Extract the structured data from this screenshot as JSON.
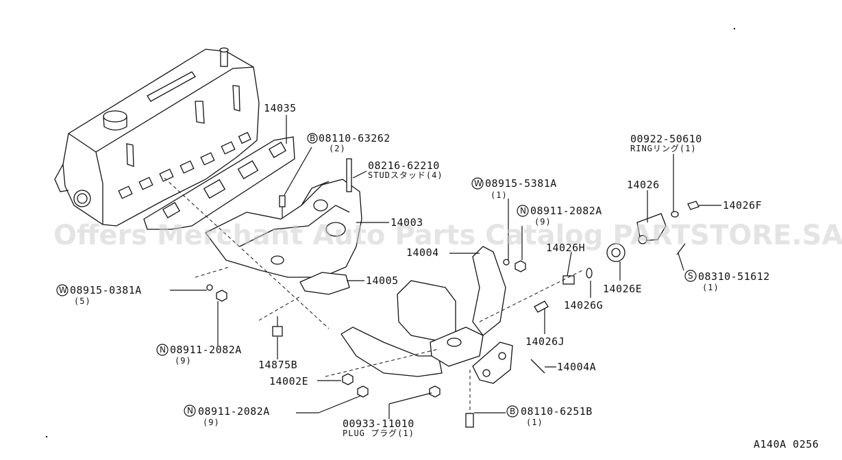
{
  "watermark": "Offers Merchant Auto Parts Catalog PARTSTORE.SA",
  "diagram_id": "A140A 0256",
  "callouts": {
    "c14035": "14035",
    "c14003": "14003",
    "c14005": "14005",
    "c14004": "14004",
    "c14026": "14026",
    "c14026F": "14026F",
    "c14026H": "14026H",
    "c14026E": "14026E",
    "c14026G": "14026G",
    "c14026J": "14026J",
    "c14004A": "14004A",
    "c14875B": "14875B",
    "c14002E": "14002E",
    "b_08110_63262": {
      "prefix": "B",
      "code": "08110-63262",
      "qty": "(2)"
    },
    "stud": {
      "code": "08216-62210",
      "desc": "STUDスタッド(4)"
    },
    "w_08915_5381A": {
      "prefix": "W",
      "code": "08915-5381A",
      "qty": "(1)"
    },
    "n_08911_2082A_top": {
      "prefix": "N",
      "code": "08911-2082A",
      "qty": "(9)"
    },
    "ring": {
      "code": "00922-50610",
      "desc": "RINGリング(1)"
    },
    "s_08310_51612": {
      "prefix": "S",
      "code": "08310-51612",
      "qty": "(1)"
    },
    "w_08915_0381A": {
      "prefix": "W",
      "code": "08915-0381A",
      "qty": "(5)"
    },
    "n_08911_2082A_mid": {
      "prefix": "N",
      "code": "08911-2082A",
      "qty": "(9)"
    },
    "n_08911_2082A_bot": {
      "prefix": "N",
      "code": "08911-2082A",
      "qty": "(9)"
    },
    "plug": {
      "code": "00933-11010",
      "desc": "PLUG プラグ(1)"
    },
    "b_08110_6251B": {
      "prefix": "B",
      "code": "08110-6251B",
      "qty": "(1)"
    }
  }
}
